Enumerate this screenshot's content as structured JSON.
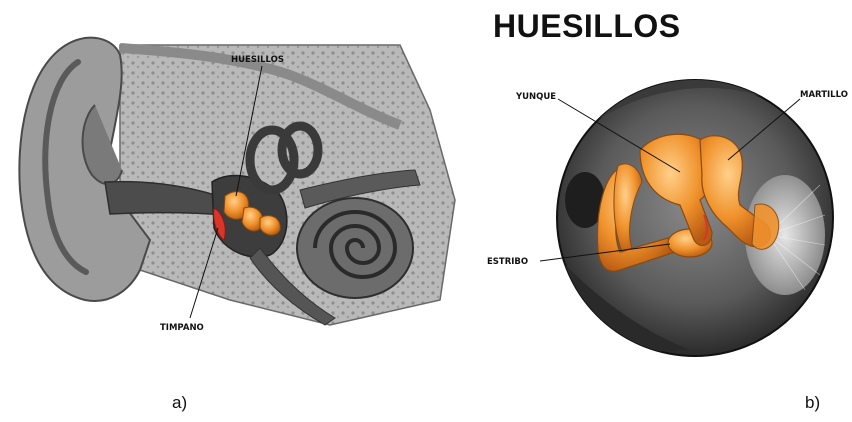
{
  "figure": {
    "title": "HUESILLOS",
    "panel_a": {
      "caption": "a)",
      "labels": {
        "ossicles": "HUESILLOS",
        "eardrum": "TIMPANO"
      }
    },
    "panel_b": {
      "caption": "b)",
      "labels": {
        "incus": "YUNQUE",
        "malleus": "MARTILLO",
        "stapes": "ESTRIBO"
      }
    }
  },
  "colors": {
    "bone_orange": "#f0922c",
    "bone_highlight": "#ffd08a",
    "eardrum_red": "#d8362a",
    "tissue_gray": "#6f6f6f",
    "dark_gray": "#3c3c3c",
    "light_gray": "#c9c9c9"
  }
}
